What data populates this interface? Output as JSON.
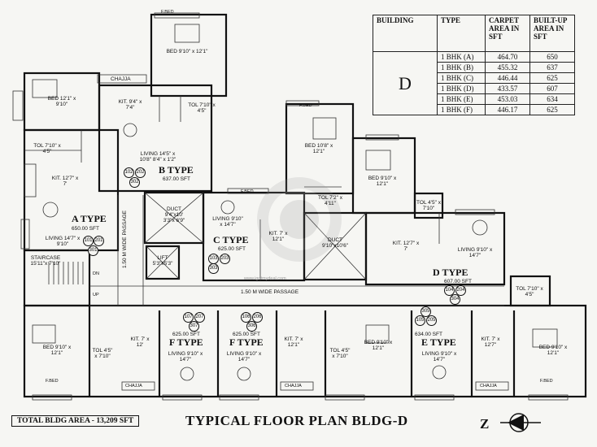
{
  "table": {
    "headers": [
      "BUILDING",
      "TYPE",
      "CARPET AREA IN SFT",
      "BUILT-UP AREA IN SFT"
    ],
    "building": "D",
    "rows": [
      {
        "type": "1 BHK (A)",
        "carpet": "464.70",
        "builtup": "650"
      },
      {
        "type": "1 BHK (B)",
        "carpet": "455.32",
        "builtup": "637"
      },
      {
        "type": "1 BHK (C)",
        "carpet": "446.44",
        "builtup": "625"
      },
      {
        "type": "1 BHK (D)",
        "carpet": "433.57",
        "builtup": "607"
      },
      {
        "type": "1 BHK (E)",
        "carpet": "453.03",
        "builtup": "634"
      },
      {
        "type": "1 BHK (F)",
        "carpet": "446.17",
        "builtup": "625"
      }
    ]
  },
  "footer": {
    "total_area": "TOTAL BLDG AREA - 13,209 SFT",
    "title": "TYPICAL FLOOR PLAN BLDG-D"
  },
  "plan": {
    "a_type": {
      "name": "A TYPE",
      "area": "650.00 SFT",
      "units": [
        "101",
        "201",
        "301"
      ]
    },
    "b_type": {
      "name": "B TYPE",
      "area": "637.00 SFT",
      "units": [
        "102",
        "202",
        "302"
      ]
    },
    "c_type": {
      "name": "C TYPE",
      "area": "625.00 SFT",
      "units": [
        "103",
        "203",
        "303"
      ]
    },
    "d_type": {
      "name": "D TYPE",
      "area": "607.00 SFT",
      "units": [
        "104",
        "204",
        "304"
      ]
    },
    "e_type": {
      "name": "E TYPE",
      "area": "634.00 SFT",
      "units": [
        "105",
        "205",
        "305"
      ]
    },
    "f1_type": {
      "name": "F TYPE",
      "area": "625.00 SFT",
      "units": [
        "107",
        "207",
        "307"
      ]
    },
    "f2_type": {
      "name": "F TYPE",
      "area": "625.00 SFT",
      "units": [
        "106",
        "206",
        "306"
      ]
    },
    "passage_v": "1.50 M WIDE PASSAGE",
    "passage_h": "1.50 M WIDE PASSAGE",
    "staircase": "STAIRCASE 15'11\"x 7'10\"",
    "lift": "LIFT 5'3\"x5'3\"",
    "duct1": "DUCT 9'4\"x10' 3'3\"x 6'9\"",
    "duct2": "DUCT 9'10\"x10'6\"",
    "rooms": {
      "bed_a": "BED 12'1\" x 9'10\"",
      "chajja": "CHAJJA",
      "kit_a": "KIT. 12'7\" x 7'",
      "tol_a": "TOL 7'10\" x 4'5\"",
      "living_a": "LIVING 14'7\" x 9'10\"",
      "bed_b": "BED 9'10\" x 12'1\"",
      "kit_b": "KIT. 9'4\" x 7'4\"",
      "tol_b": "TOL 7'10\" x 4'5\"",
      "living_b": "LIVING 14'5\" x 10'8\" 8'4\" x 1'2\"",
      "bed_c": "BED 10'8\" x 12'1\"",
      "tol_c": "TOL 7'2\" x 4'11\"",
      "living_c": "LIVING 9'10\" x 14'7\"",
      "kit_c": "KIT. 7' x 12'1\"",
      "bed_d": "BED 9'10\" x 12'1\"",
      "tol_d": "TOL 4'5\" x 7'10\"",
      "kit_d": "KIT. 12'7\" x 7'",
      "living_d": "LIVING 9'10\" x 14'7\"",
      "tol_d2": "TOL 7'10\" x 4'5\"",
      "bed_f1": "BED 9'10\" x 12'1\"",
      "tol_f1": "TOL 4'5\" x 7'10\"",
      "kit_f1": "KIT. 7' x 12'",
      "living_f1": "LIVING 9'10\" x 14'7\"",
      "living_f2": "LIVING 9'10\" x 14'7\"",
      "kit_f2": "KIT. 7' x 12'1\"",
      "tol_f2": "TOL 4'5\" x 7'10\"",
      "bed_f2": "BED 9'10\" x 12'1\"",
      "living_e": "LIVING 9'10\" x 14'7\"",
      "kit_e": "KIT. 7' x 12'7\"",
      "bed_e": "BED 9'10\" x 12'1\"",
      "fbed": "F.BED",
      "up": "UP",
      "dn": "DN"
    },
    "watermark": "www.igotmydeal.com"
  }
}
